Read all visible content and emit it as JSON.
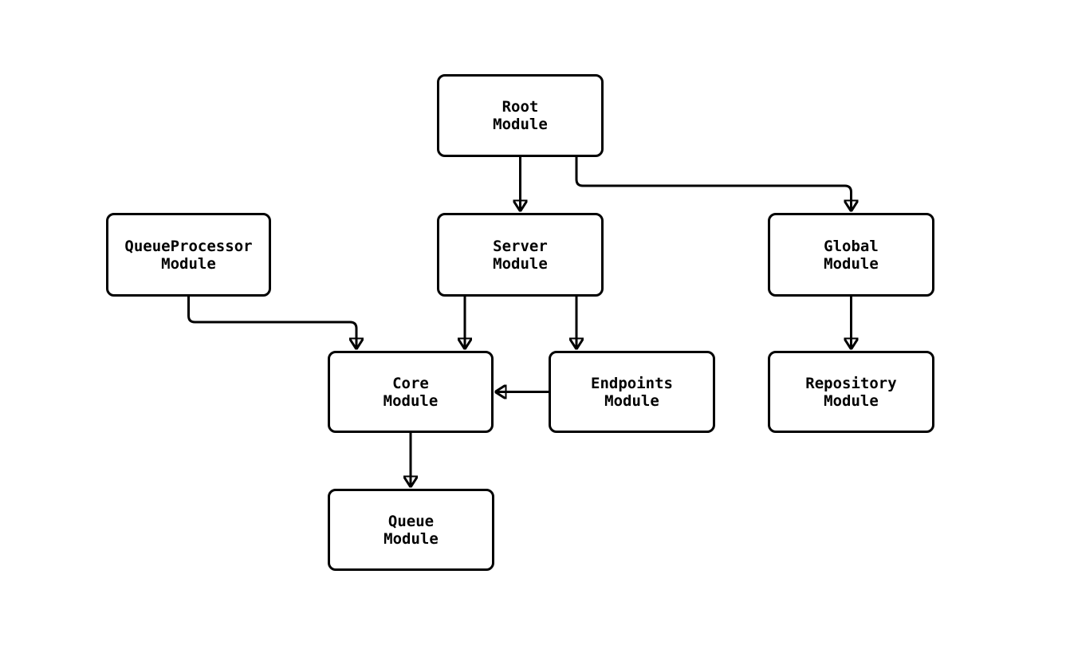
{
  "page": {
    "background_color": "#ffffff",
    "stroke_color": "#000000",
    "node_fill_color": "#ffffff",
    "text_color": "#000000"
  },
  "diagram": {
    "type": "flowchart",
    "direction": "top-down",
    "nodes": {
      "root": {
        "line1": "Root",
        "line2": "Module"
      },
      "queueprocessor": {
        "line1": "QueueProcessor",
        "line2": "Module"
      },
      "server": {
        "line1": "Server",
        "line2": "Module"
      },
      "global": {
        "line1": "Global",
        "line2": "Module"
      },
      "core": {
        "line1": "Core",
        "line2": "Module"
      },
      "endpoints": {
        "line1": "Endpoints",
        "line2": "Module"
      },
      "repository": {
        "line1": "Repository",
        "line2": "Module"
      },
      "queue": {
        "line1": "Queue",
        "line2": "Module"
      }
    },
    "edges": [
      {
        "from": "Root Module",
        "to": "Server Module",
        "style": "arrow"
      },
      {
        "from": "Root Module",
        "to": "Global Module",
        "style": "arrow"
      },
      {
        "from": "QueueProcessor Module",
        "to": "Core Module",
        "style": "arrow"
      },
      {
        "from": "Server Module",
        "to": "Core Module",
        "style": "arrow"
      },
      {
        "from": "Server Module",
        "to": "Endpoints Module",
        "style": "arrow"
      },
      {
        "from": "Endpoints Module",
        "to": "Core Module",
        "style": "arrow"
      },
      {
        "from": "Global Module",
        "to": "Repository Module",
        "style": "arrow"
      },
      {
        "from": "Core Module",
        "to": "Queue Module",
        "style": "arrow"
      }
    ]
  }
}
